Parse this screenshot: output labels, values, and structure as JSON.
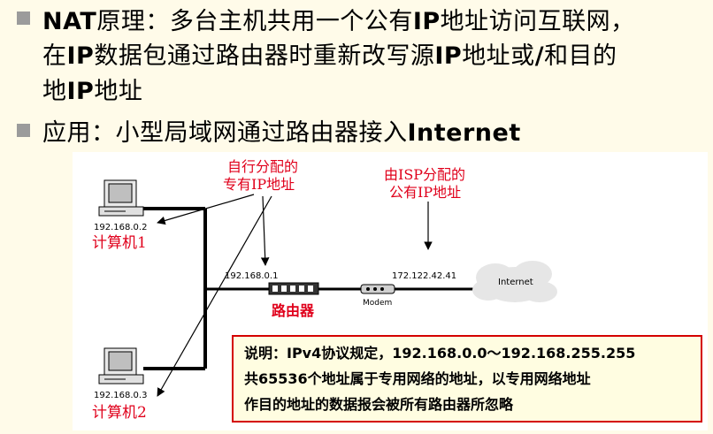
{
  "bullets": [
    {
      "lines": [
        [
          {
            "text": "NAT",
            "bold": true
          },
          {
            "text": "原理：多台主机共用一个公有"
          },
          {
            "text": "IP",
            "bold": true
          },
          {
            "text": "地址访问互联网，"
          }
        ],
        [
          {
            "text": "在"
          },
          {
            "text": "IP",
            "bold": true
          },
          {
            "text": "数据包通过路由器时重新改写源"
          },
          {
            "text": "IP",
            "bold": true
          },
          {
            "text": "地址或"
          },
          {
            "text": "/",
            "bold": true
          },
          {
            "text": "和目的"
          }
        ],
        [
          {
            "text": "地"
          },
          {
            "text": "IP",
            "bold": true
          },
          {
            "text": "地址"
          }
        ]
      ]
    },
    {
      "lines": [
        [
          {
            "text": "应用：小型局域网通过路由器接入"
          },
          {
            "text": "Internet",
            "bold": true
          }
        ]
      ]
    }
  ],
  "diagram": {
    "private_label_1": "自行分配的",
    "private_label_2": "专有IP地址",
    "public_label_1": "由ISP分配的",
    "public_label_2": "公有IP地址",
    "pc1_ip": "192.168.0.2",
    "pc1_name": "计算机1",
    "pc2_ip": "192.168.0.3",
    "pc2_name": "计算机2",
    "router_lan_ip": "192.168.0.1",
    "router_wan_ip": "172.122.42.41",
    "router_label": "路由器",
    "modem_label": "Modem",
    "cloud_label": "Internet"
  },
  "note": {
    "line1": "说明：IPv4协议规定，192.168.0.0～192.168.255.255",
    "line2": "共65536个地址属于专用网络的地址，以专用网络地址",
    "line3": "作目的地址的数据报会被所有路由器所忽略"
  },
  "colors": {
    "background": "#fffbe9",
    "label_red": "#e0001b",
    "note_border": "#d40000"
  }
}
